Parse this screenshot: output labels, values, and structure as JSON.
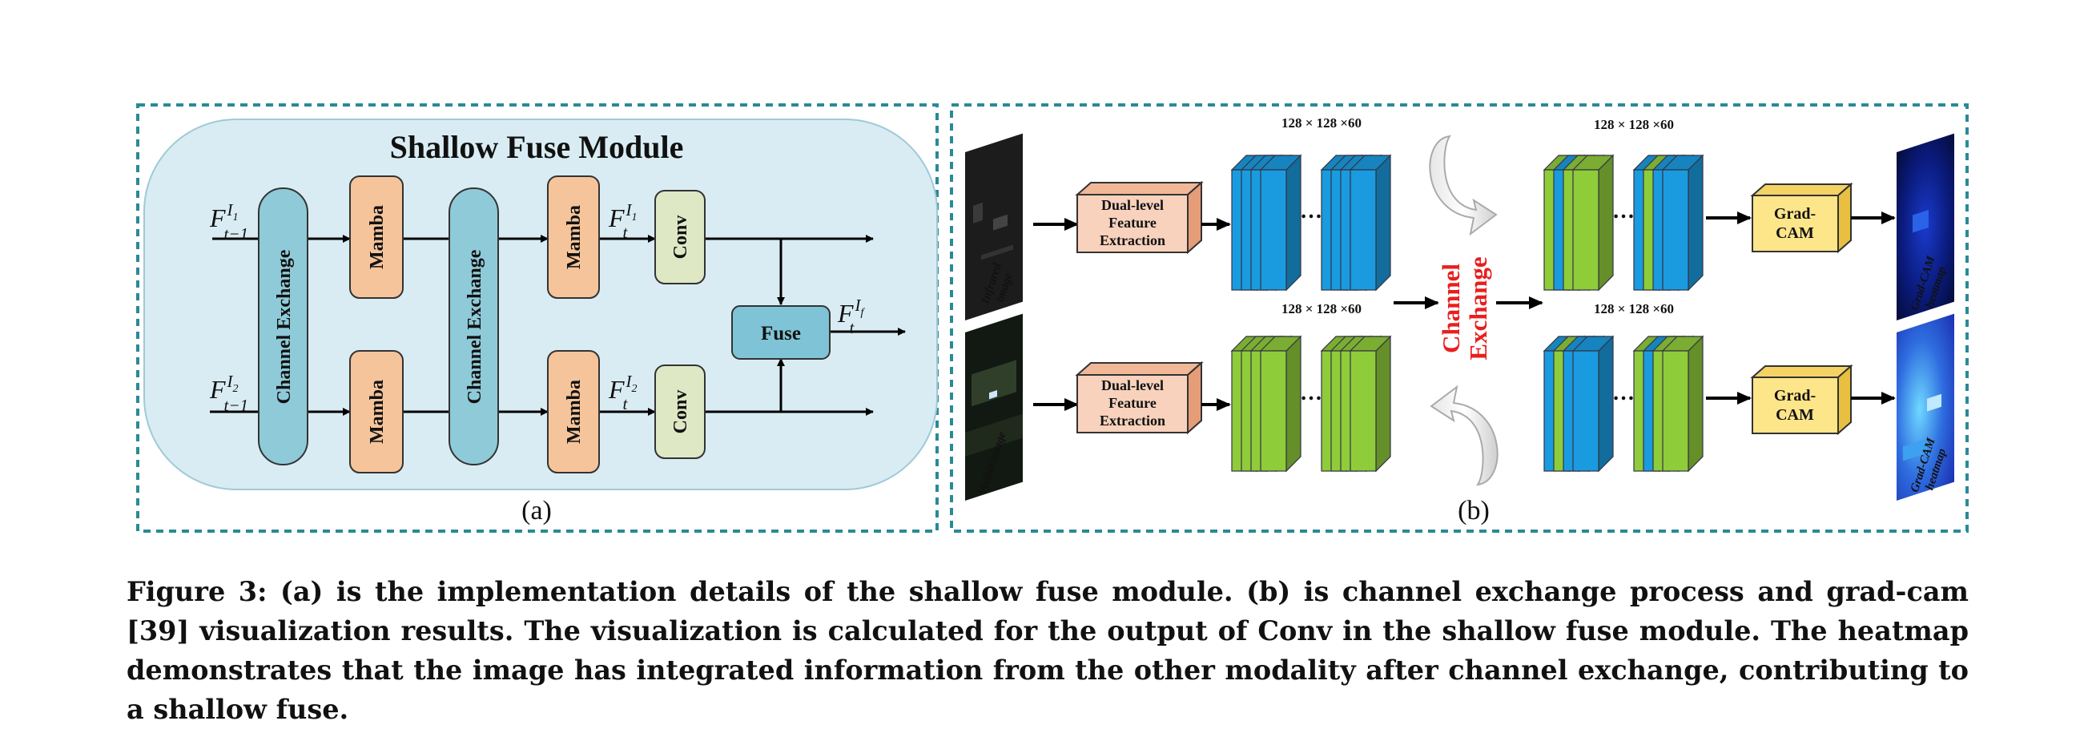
{
  "panel_a": {
    "title": "Shallow Fuse Module",
    "sublabel": "(a)",
    "channel_exchange_label": "Channel Exchange",
    "mamba_label": "Mamba",
    "conv_label": "Conv",
    "fuse_label": "Fuse",
    "input_top": {
      "base": "F",
      "sub": "t−1",
      "sup": "I",
      "supsub": "1"
    },
    "input_bottom": {
      "base": "F",
      "sub": "t−1",
      "sup": "I",
      "supsub": "2"
    },
    "mid_top": {
      "base": "F",
      "sub": "t",
      "sup": "I",
      "supsub": "1"
    },
    "mid_bottom": {
      "base": "F",
      "sub": "t",
      "sup": "I",
      "supsub": "2"
    },
    "output": {
      "base": "F",
      "sub": "t",
      "sup": "I",
      "supsub": "f"
    }
  },
  "panel_b": {
    "sublabel": "(b)",
    "dual_level_label": [
      "Dual-level",
      "Feature",
      "Extraction"
    ],
    "gradcam_label": [
      "Grad-",
      "CAM"
    ],
    "dims_label": "128 × 128 ×60",
    "ellipsis": "…",
    "channel_exchange_word1": "Channel",
    "channel_exchange_word2": "Exchange",
    "infrared_label": [
      "Infrared",
      "image"
    ],
    "visible_label": "Visible image",
    "heatmap_label": [
      "Grad-CAM",
      "heatmap"
    ]
  },
  "colors": {
    "border_dashed": "#2a8a96",
    "module_bg": "#d9ecf3",
    "channel_exchange": "#8fcad8",
    "mamba": "#f6c49a",
    "conv": "#dfe8c4",
    "fuse": "#7fc4d6",
    "dual_level": "#f8d2bc",
    "gradcam": "#fde58a",
    "blue_map": "#1a9be0",
    "green_map": "#8fcc3a",
    "channel_exchange_text": "#e81f1f"
  },
  "caption": "Figure 3: (a) is the implementation details of the shallow fuse module. (b) is channel exchange process and grad-cam [39] visualization results. The visualization is calculated for the output of Conv in the shallow fuse module. The heatmap demonstrates that the image has integrated information from the other modality after channel exchange, contributing to a shallow fuse."
}
